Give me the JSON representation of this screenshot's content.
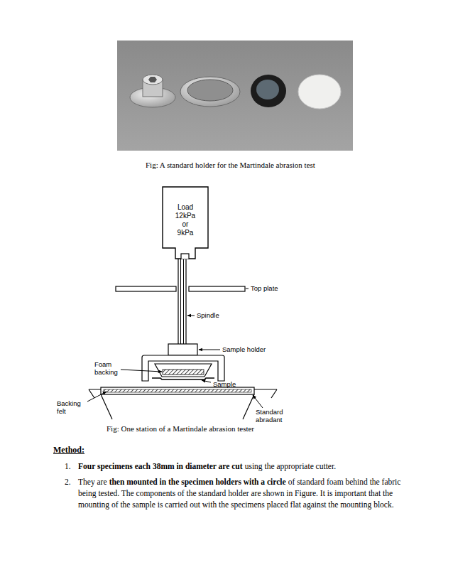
{
  "diagram": {
    "nodes": [
      {
        "text": [
          "Load 12kPa or 9kPa"
        ]
      }
    ],
    "labels": [
      "Fig: A standard holder for the Martindale abrasion test",
      "Top plate",
      "Spindle",
      "Sample holder",
      "Foam backing",
      "Sample",
      "Backing felt",
      "Standard abradant",
      "Fig: One station of a Martindale abrasion tester",
      "Method:",
      "1.",
      "Four specimens each 38mm in diameter are cut",
      "using the appropriate cutter.",
      "2.",
      "They are",
      "then mounted in the specimen holders with a circle",
      "of standard foam behind the fabric being tested. The components of the standard holder are shown in Figure. It is important that the mounting of the sample is carried out with the specimens placed flat against the mounting block."
    ]
  }
}
